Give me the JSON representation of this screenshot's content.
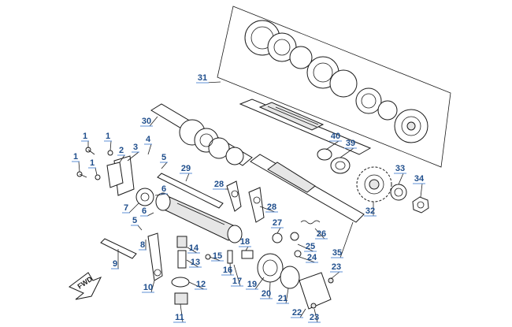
{
  "diagram": {
    "orientation_marker": "FWD",
    "accent_color": "#1f4e8c",
    "underline_color": "#5c8fd6",
    "callouts": [
      {
        "label": "1"
      },
      {
        "label": "1"
      },
      {
        "label": "1"
      },
      {
        "label": "1"
      },
      {
        "label": "2"
      },
      {
        "label": "3"
      },
      {
        "label": "4"
      },
      {
        "label": "5"
      },
      {
        "label": "5"
      },
      {
        "label": "6"
      },
      {
        "label": "6"
      },
      {
        "label": "7"
      },
      {
        "label": "8"
      },
      {
        "label": "9"
      },
      {
        "label": "10"
      },
      {
        "label": "11"
      },
      {
        "label": "12"
      },
      {
        "label": "13"
      },
      {
        "label": "14"
      },
      {
        "label": "15"
      },
      {
        "label": "16"
      },
      {
        "label": "17"
      },
      {
        "label": "18"
      },
      {
        "label": "19"
      },
      {
        "label": "20"
      },
      {
        "label": "21"
      },
      {
        "label": "22"
      },
      {
        "label": "23"
      },
      {
        "label": "23"
      },
      {
        "label": "24"
      },
      {
        "label": "25"
      },
      {
        "label": "26"
      },
      {
        "label": "27"
      },
      {
        "label": "28"
      },
      {
        "label": "28"
      },
      {
        "label": "29"
      },
      {
        "label": "30"
      },
      {
        "label": "31"
      },
      {
        "label": "32"
      },
      {
        "label": "33"
      },
      {
        "label": "34"
      },
      {
        "label": "35"
      },
      {
        "label": "39"
      },
      {
        "label": "40"
      }
    ]
  }
}
